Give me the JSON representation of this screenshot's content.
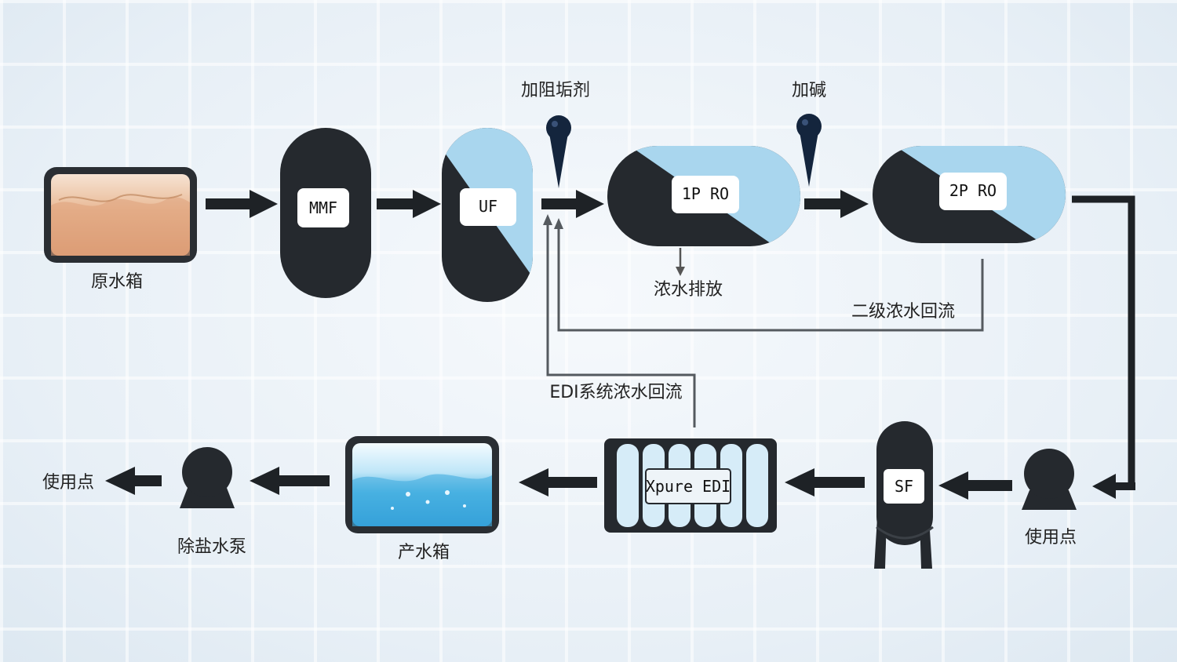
{
  "labels": {
    "raw_tank": "原水箱",
    "mmf": "MMF",
    "uf": "UF",
    "antiscalant": "加阻垢剂",
    "ro1": "1P RO",
    "alkali": "加碱",
    "ro2": "2P RO",
    "concentrate_discharge": "浓水排放",
    "secondary_concentrate_return": "二级浓水回流",
    "edi_concentrate_return": "EDI系统浓水回流",
    "use_point_right": "使用点",
    "sf": "SF",
    "edi": "Xpure EDI",
    "product_tank": "产水箱",
    "demin_pump": "除盐水泵",
    "use_point_left": "使用点"
  },
  "colors": {
    "vessel": "#25292e",
    "membrane": "#a9d6ee",
    "arrow": "#1e2226",
    "line": "#3a3e42",
    "raw_water": "#e2ad86",
    "product_water": "#4fb6e6"
  }
}
